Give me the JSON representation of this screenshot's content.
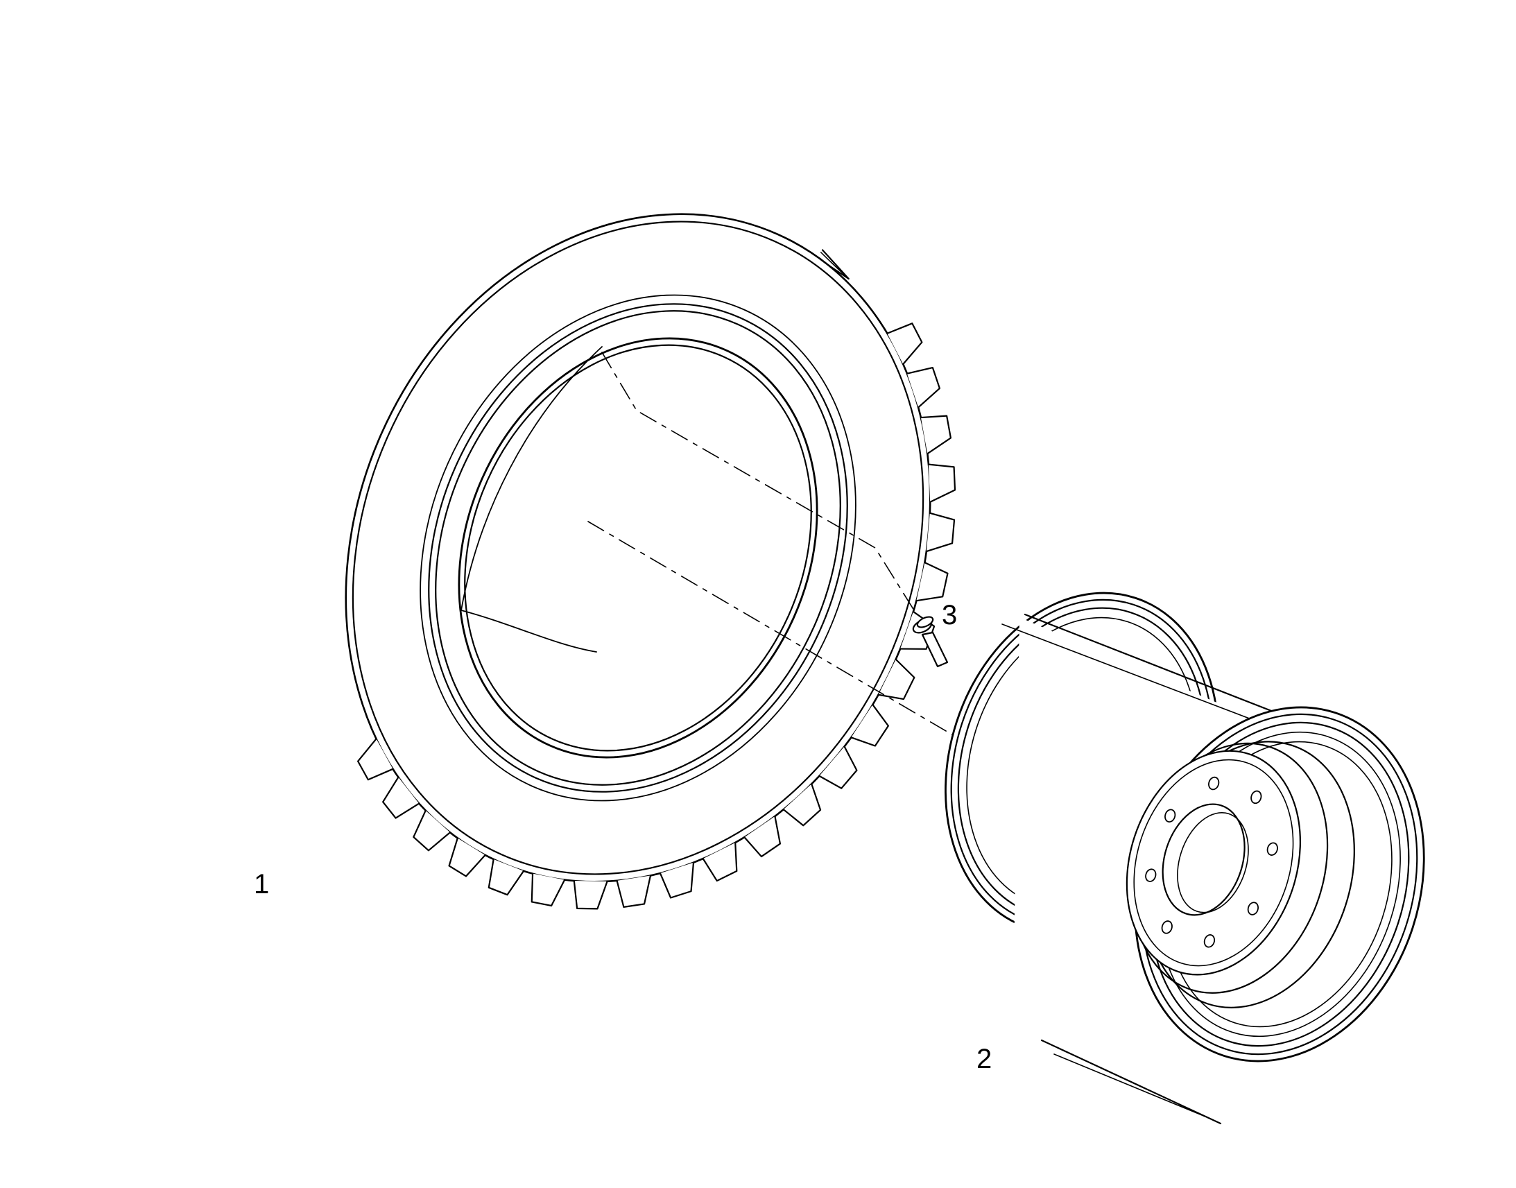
{
  "diagram": {
    "callouts": {
      "tire": "1",
      "rim": "2",
      "valve": "3"
    },
    "parts": [
      {
        "id": "tire",
        "icon": "agricultural-tire-icon"
      },
      {
        "id": "rim",
        "icon": "wheel-rim-icon"
      },
      {
        "id": "valve",
        "icon": "valve-stem-icon"
      }
    ]
  }
}
